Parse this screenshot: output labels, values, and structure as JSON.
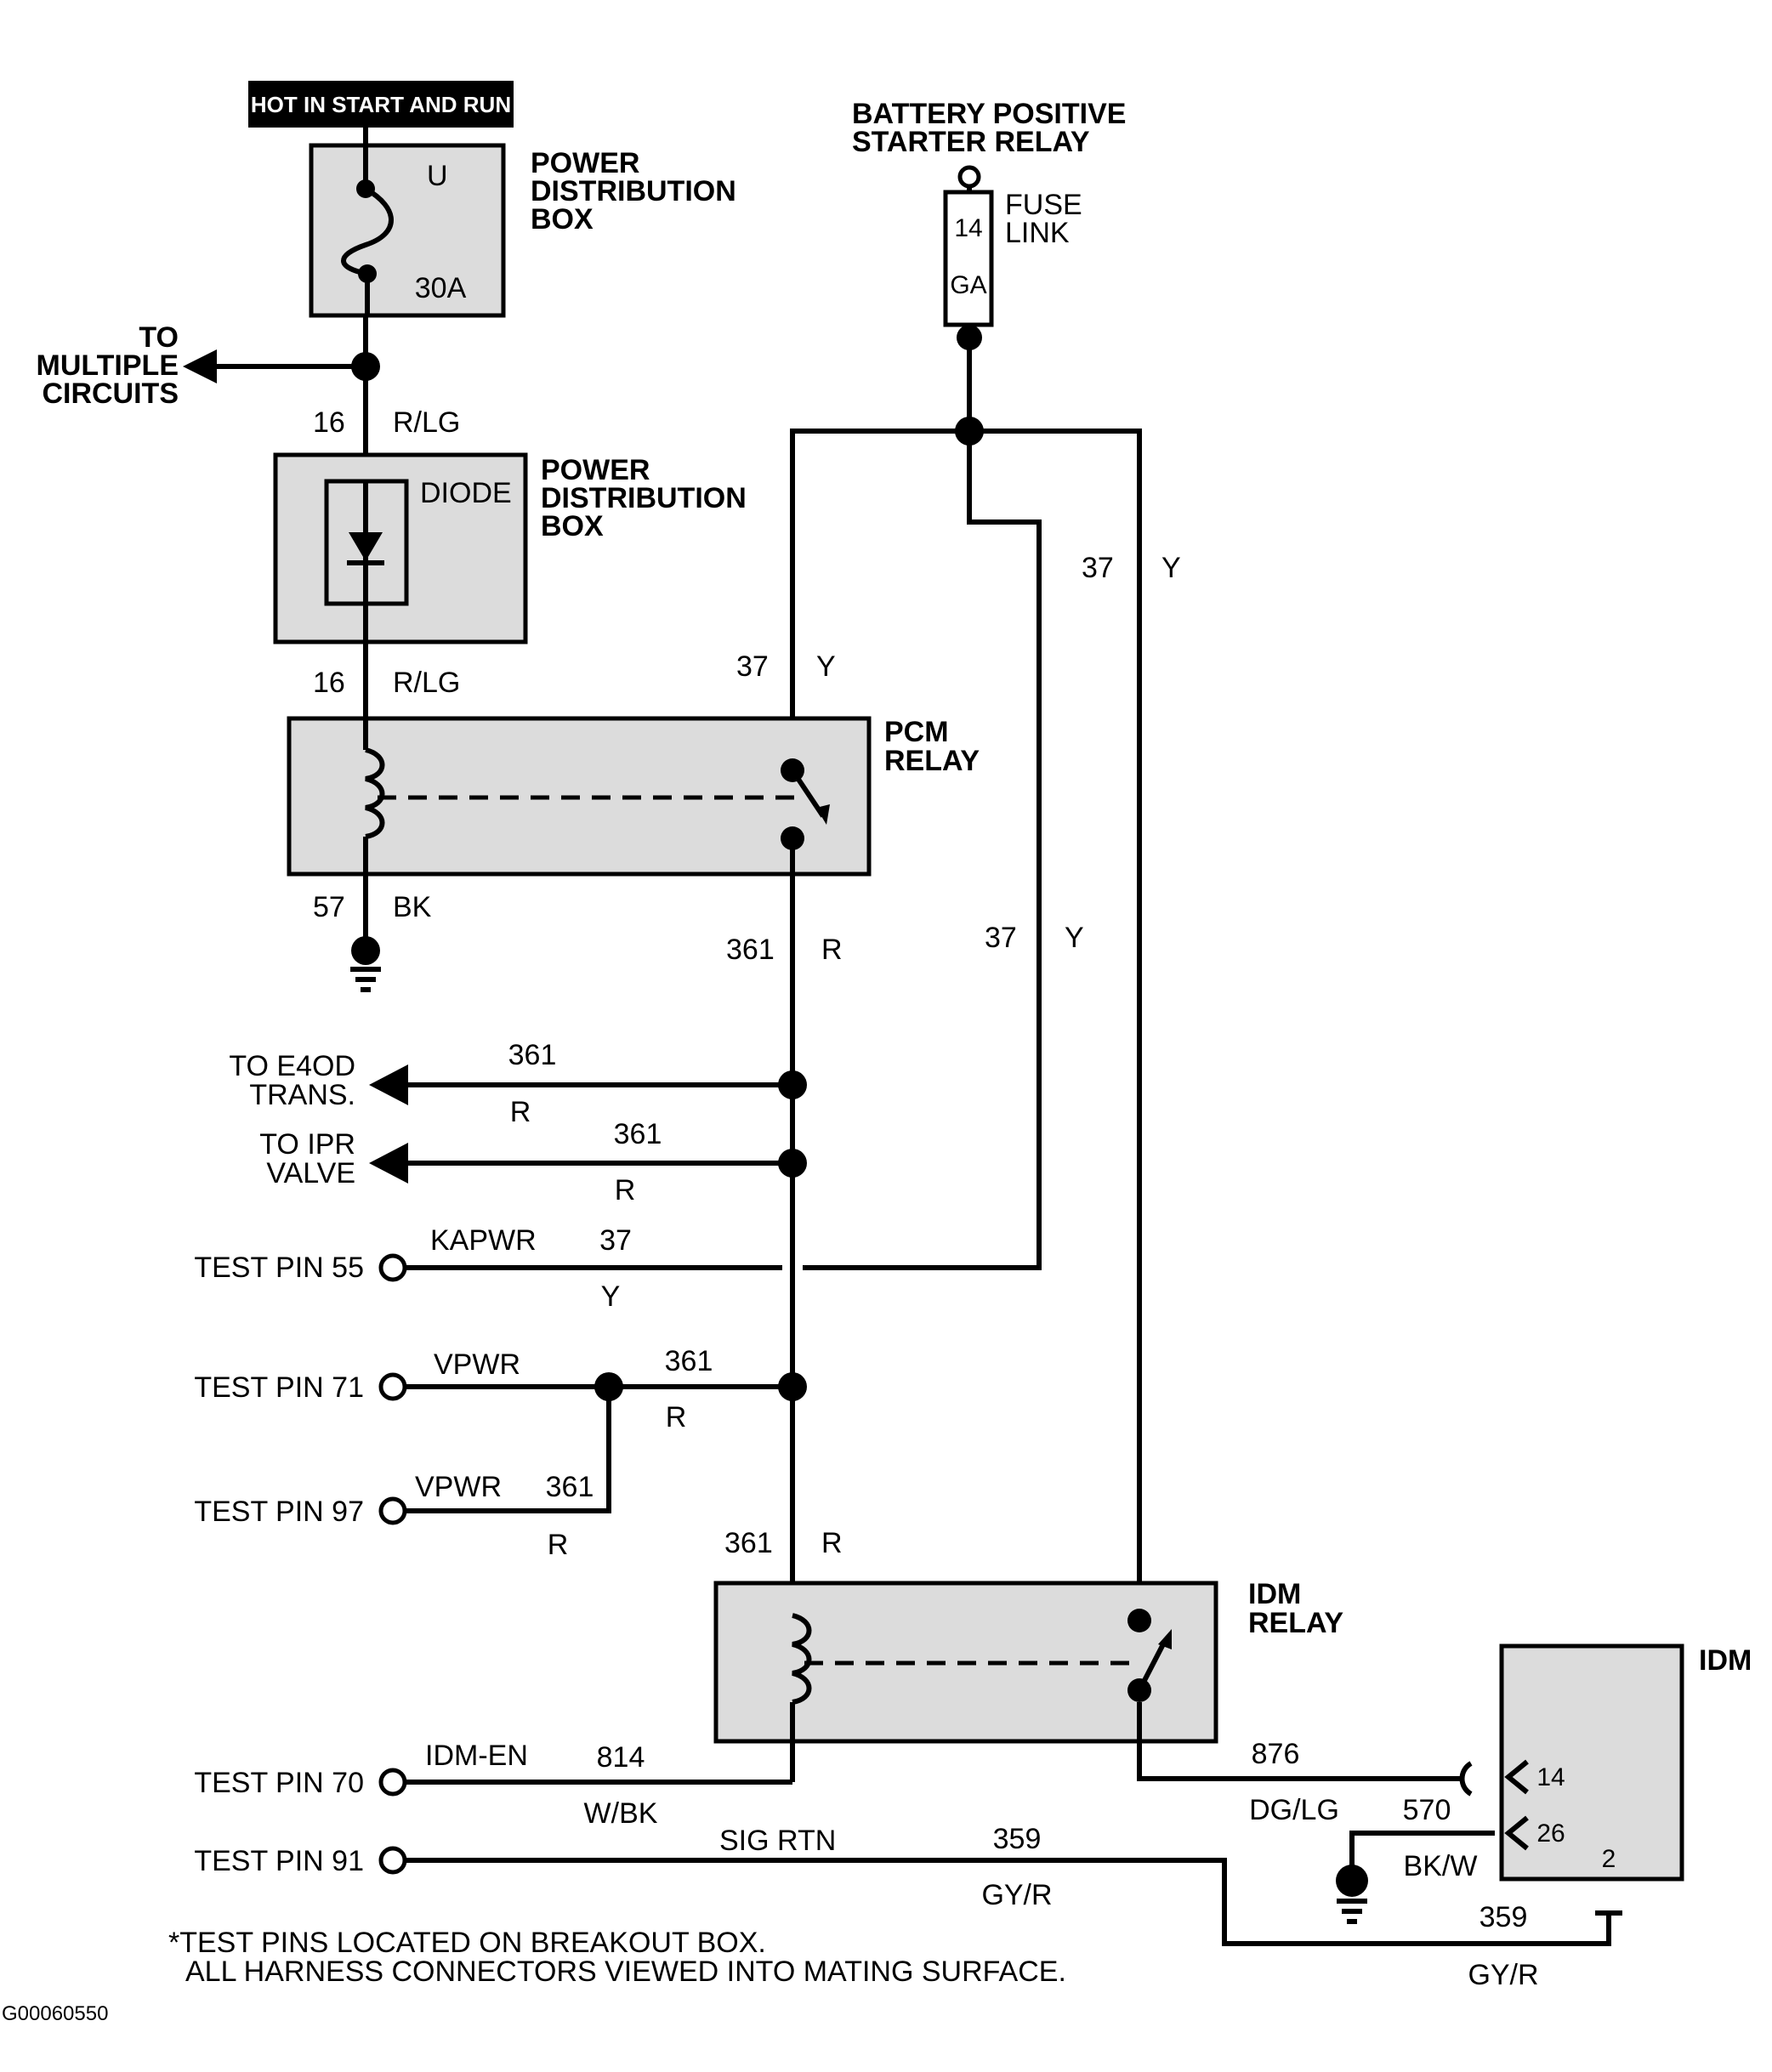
{
  "banner": "HOT IN START AND RUN",
  "pdb_fuse": {
    "title_l1": "POWER",
    "title_l2": "DISTRIBUTION",
    "title_l3": "BOX",
    "terminal": "U",
    "rating": "30A"
  },
  "to_multiple": {
    "l1": "TO",
    "l2": "MULTIPLE",
    "l3": "CIRCUITS"
  },
  "wire_16_upper": {
    "num": "16",
    "color": "R/LG"
  },
  "pdb_diode": {
    "title_l1": "POWER",
    "title_l2": "DISTRIBUTION",
    "title_l3": "BOX",
    "part": "DIODE"
  },
  "wire_16_lower": {
    "num": "16",
    "color": "R/LG"
  },
  "battery": {
    "l1": "BATTERY POSITIVE",
    "l2": "STARTER RELAY"
  },
  "fuse_link": {
    "l1": "FUSE",
    "l2": "LINK",
    "gauge_num": "14",
    "gauge_unit": "GA"
  },
  "wire_37_right": {
    "num": "37",
    "color": "Y"
  },
  "wire_37_pcm": {
    "num": "37",
    "color": "Y"
  },
  "pcm_relay": {
    "l1": "PCM",
    "l2": "RELAY"
  },
  "wire_57": {
    "num": "57",
    "color": "BK"
  },
  "wire_361_pcm": {
    "num": "361",
    "color": "R"
  },
  "wire_37_mid": {
    "num": "37",
    "color": "Y"
  },
  "e4od": {
    "l1": "TO E4OD",
    "l2": "TRANS.",
    "num": "361",
    "color": "R"
  },
  "ipr": {
    "l1": "TO IPR",
    "l2": "VALVE",
    "num": "361",
    "color": "R"
  },
  "pin55": {
    "label": "TEST PIN 55",
    "signal": "KAPWR",
    "num": "37",
    "color": "Y"
  },
  "pin71": {
    "label": "TEST PIN 71",
    "signal": "VPWR",
    "num": "361",
    "color": "R"
  },
  "pin97": {
    "label": "TEST PIN 97",
    "signal": "VPWR",
    "num": "361",
    "color": "R"
  },
  "wire_361_idm": {
    "num": "361",
    "color": "R"
  },
  "idm_relay": {
    "l1": "IDM",
    "l2": "RELAY"
  },
  "pin70": {
    "label": "TEST PIN 70",
    "signal": "IDM-EN",
    "num": "814",
    "color": "W/BK"
  },
  "pin91": {
    "label": "TEST PIN 91",
    "signal": "SIG RTN",
    "num": "359",
    "color": "GY/R"
  },
  "wire_876": {
    "num": "876",
    "color": "DG/LG"
  },
  "wire_570": {
    "num": "570",
    "color": "BK/W"
  },
  "wire_359_idm": {
    "num": "359",
    "color": "GY/R"
  },
  "idm": {
    "title": "IDM",
    "pin_a": "14",
    "pin_b": "26",
    "pin_c": "2"
  },
  "notes": {
    "l1": "*TEST PINS LOCATED ON BREAKOUT BOX.",
    "l2": "ALL HARNESS CONNECTORS VIEWED INTO MATING SURFACE."
  },
  "figure_id": "G00060550"
}
